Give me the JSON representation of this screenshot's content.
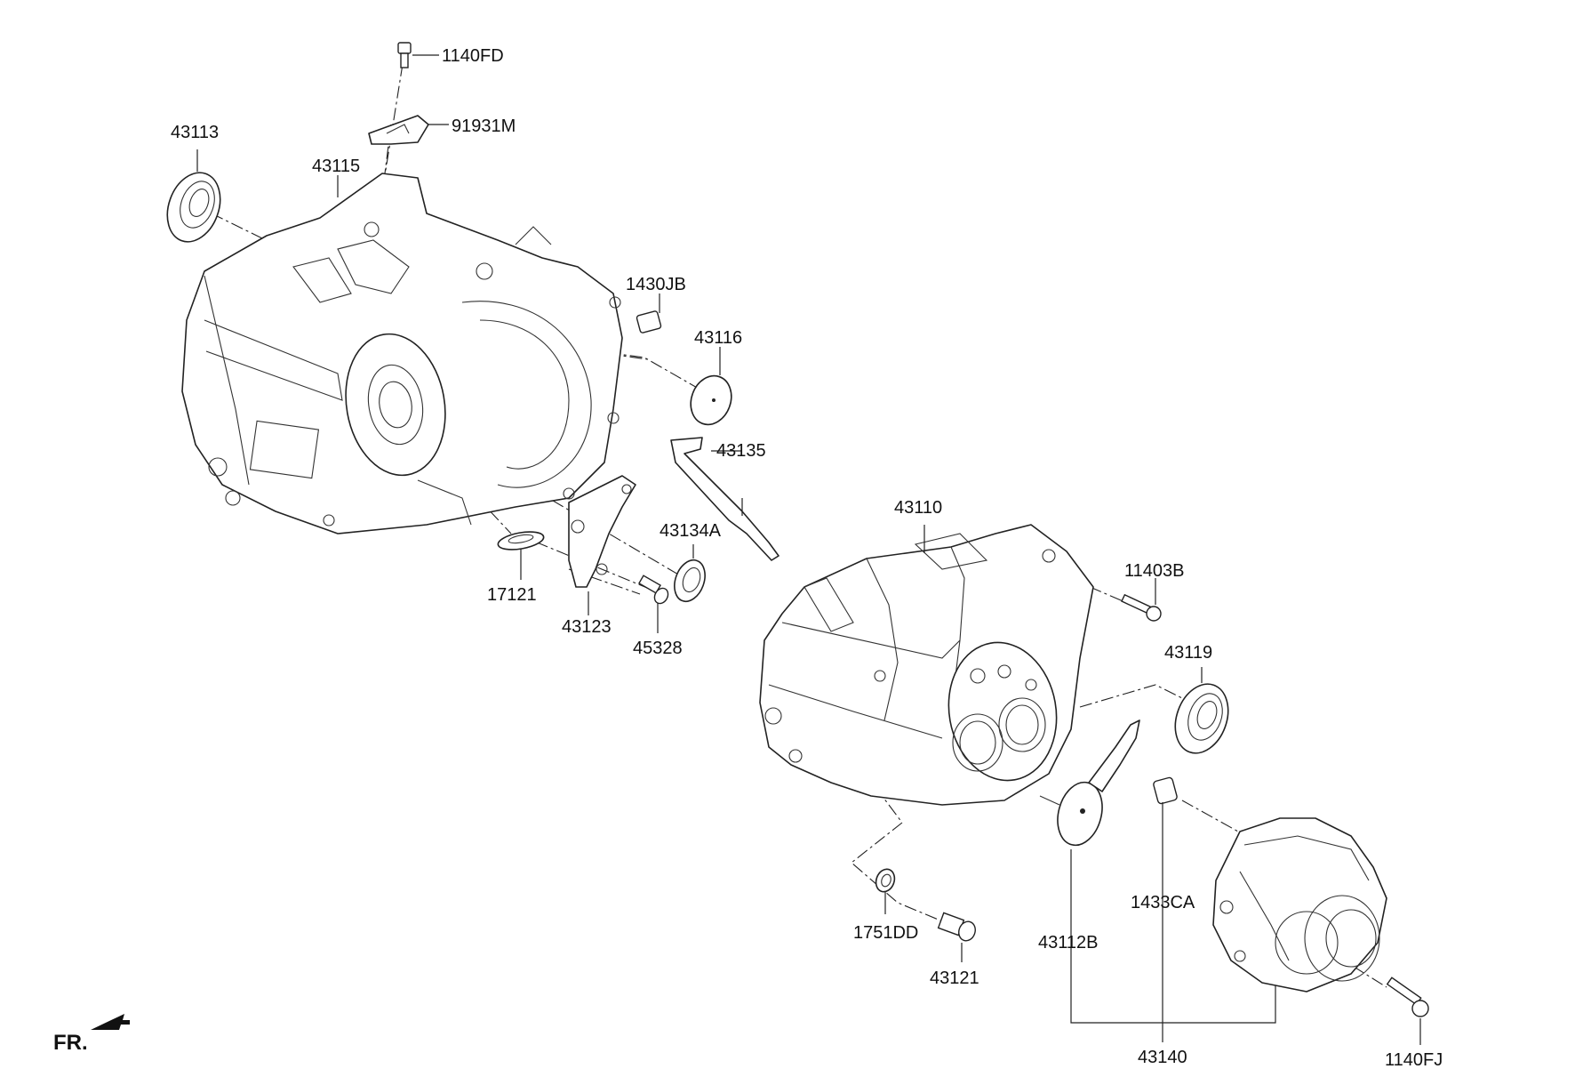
{
  "labels": {
    "p1140FD": "1140FD",
    "p91931M": "91931M",
    "p43113": "43113",
    "p43115": "43115",
    "p1430JB": "1430JB",
    "p43116": "43116",
    "p43135": "43135",
    "p43134A": "43134A",
    "p17121": "17121",
    "p43123": "43123",
    "p45328": "45328",
    "p43110": "43110",
    "p11403B": "11403B",
    "p43119": "43119",
    "p1433CA": "1433CA",
    "p43112B": "43112B",
    "p1751DD": "1751DD",
    "p43121": "43121",
    "p43140": "43140",
    "p1140FJ": "1140FJ",
    "fr": "FR."
  }
}
